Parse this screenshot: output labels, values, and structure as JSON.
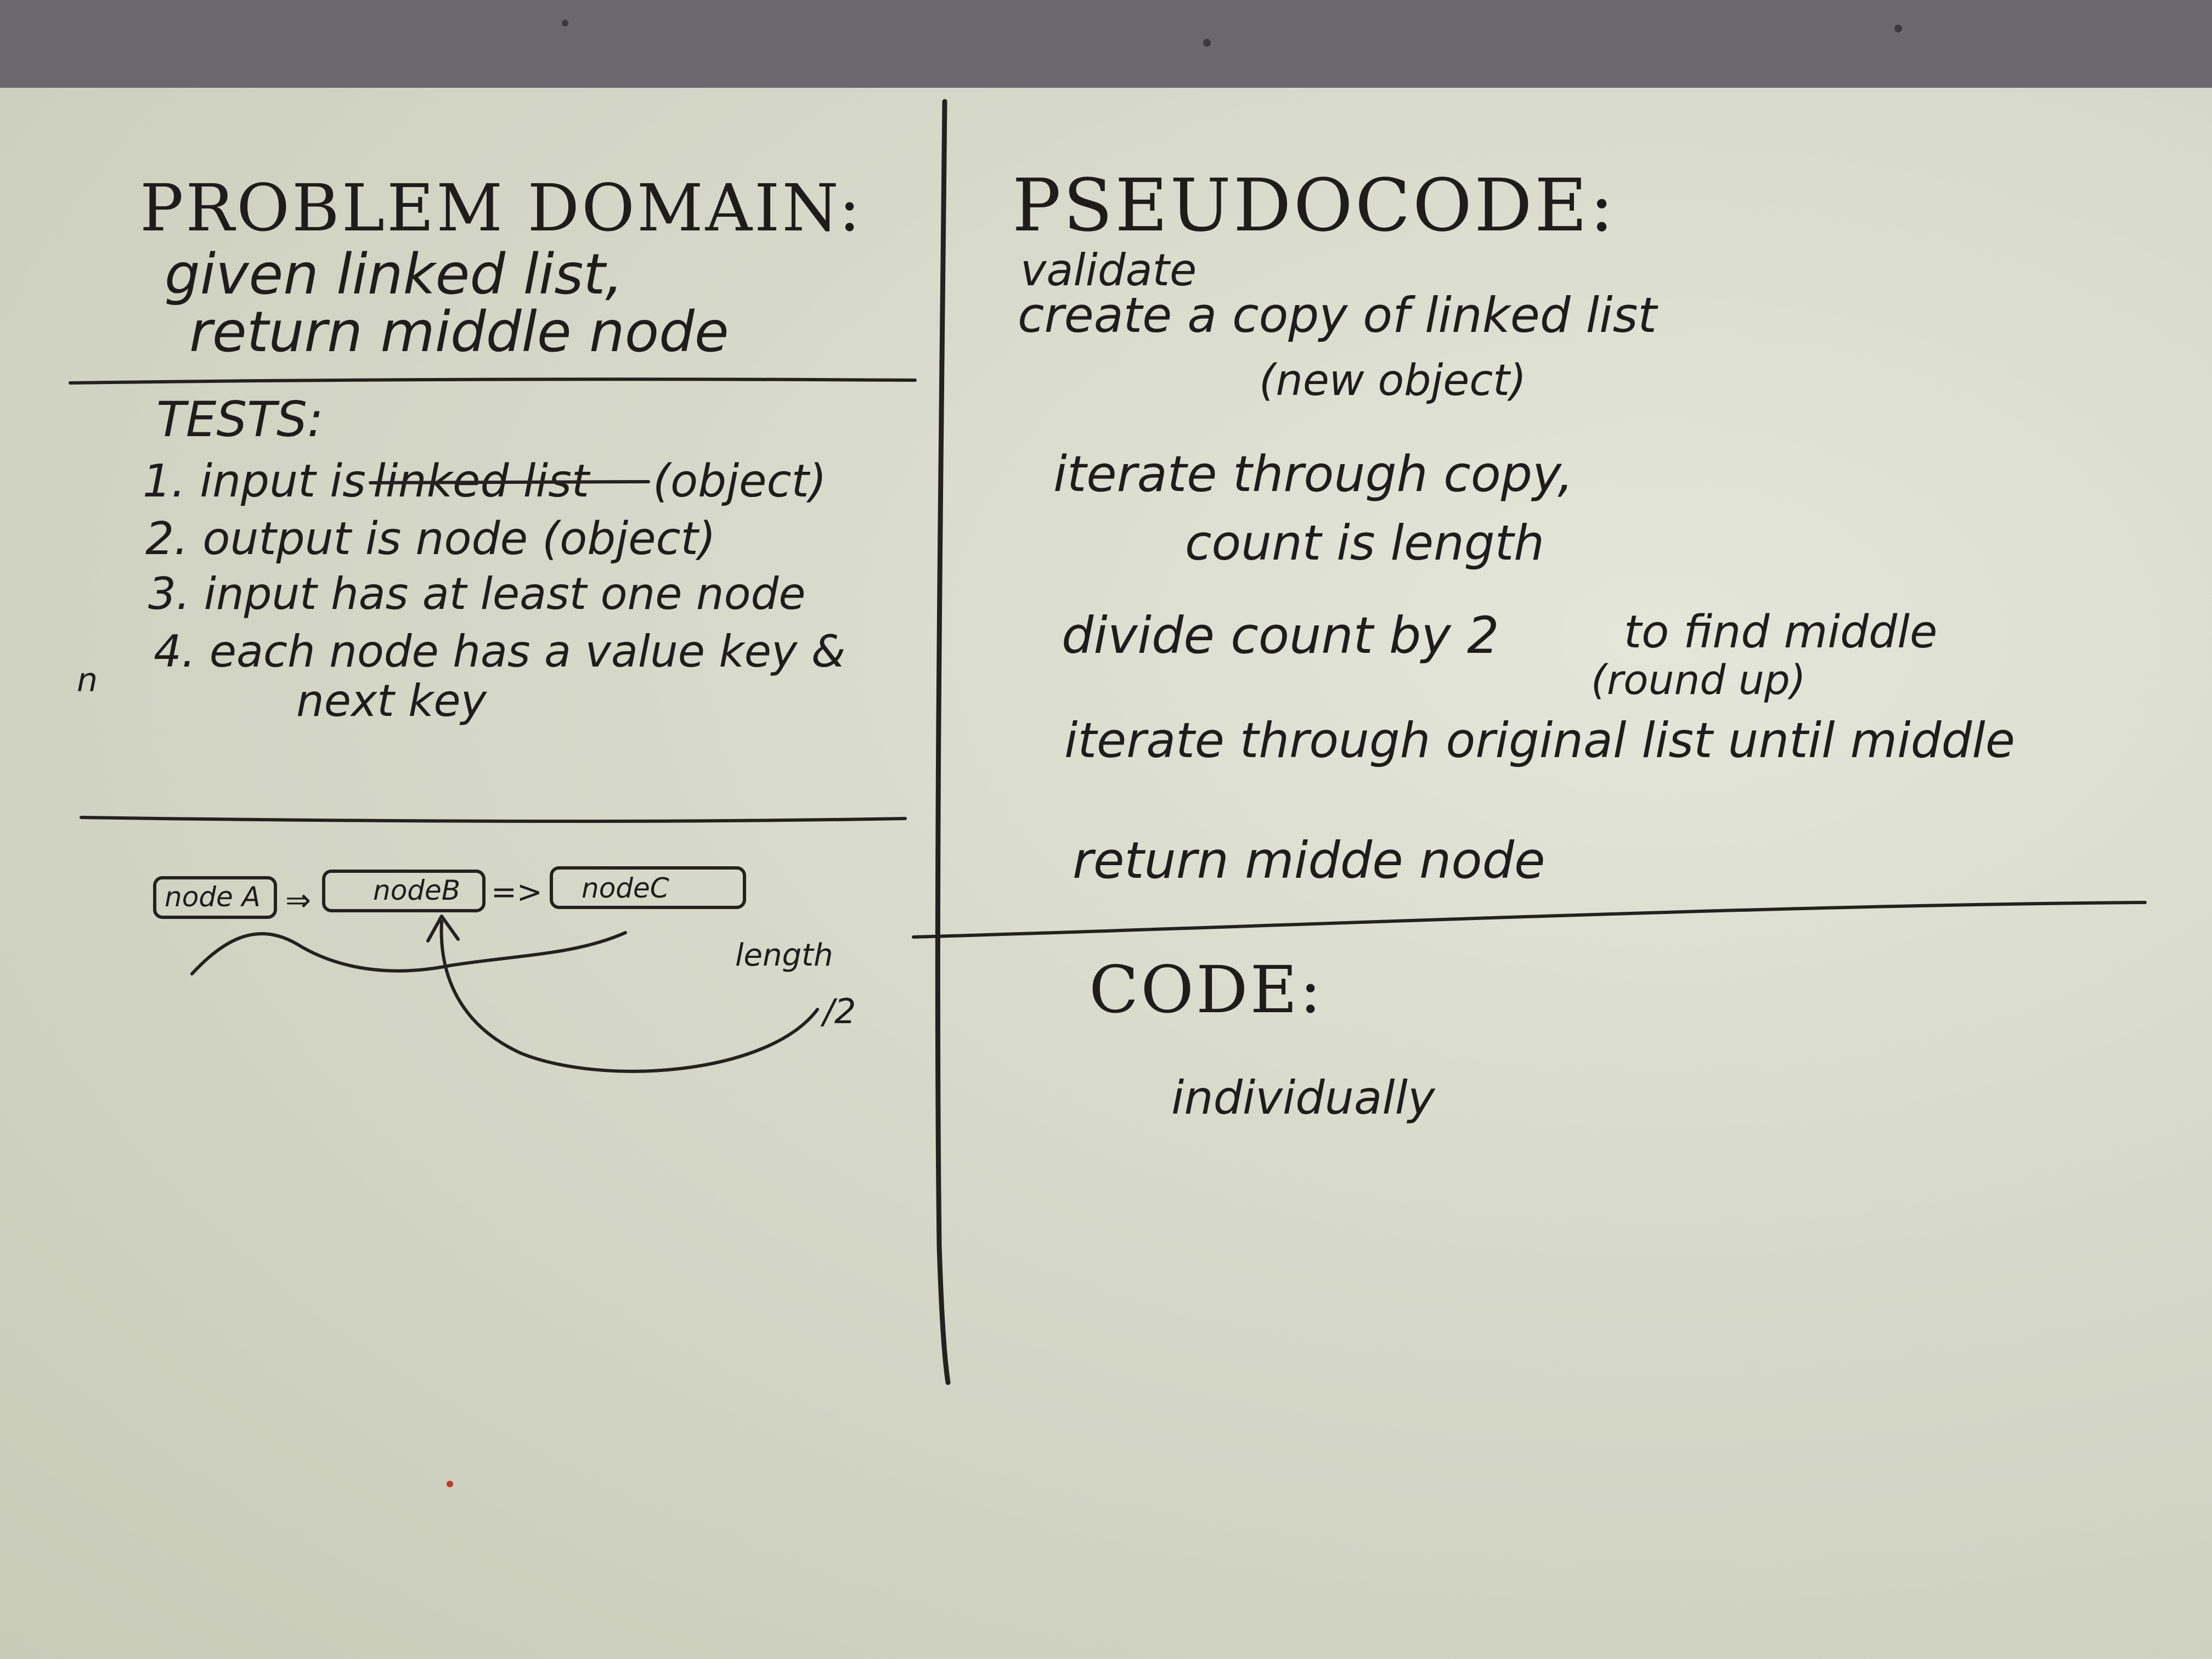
{
  "problem_domain": {
    "heading": "PROBLEM DOMAIN:",
    "line1": "given linked list,",
    "line2": "return middle node"
  },
  "tests": {
    "heading": "TESTS:",
    "items": [
      {
        "prefix": "1. input is",
        "struck": "linked list",
        "suffix": "(object)"
      },
      {
        "text": "2. output is node (object)"
      },
      {
        "text": "3. input has at least one node"
      },
      {
        "text": "4. each node has a value key &"
      }
    ],
    "item4_cont": "next key",
    "margin_mark": "n"
  },
  "diagram": {
    "nodes": [
      "node A",
      "nodeB",
      "nodeC"
    ],
    "arrow": "=>",
    "length_label": "length",
    "divisor": "/2"
  },
  "pseudocode": {
    "heading": "PSEUDOCODE:",
    "lines": [
      "validate",
      "create a copy of linked list",
      "(new object)",
      "iterate through copy,",
      "count is length",
      "divide count by 2",
      "to find middle",
      "(round up)",
      "iterate through original list until middle",
      "return midde node"
    ]
  },
  "code": {
    "heading": "CODE:",
    "line": "individually"
  }
}
